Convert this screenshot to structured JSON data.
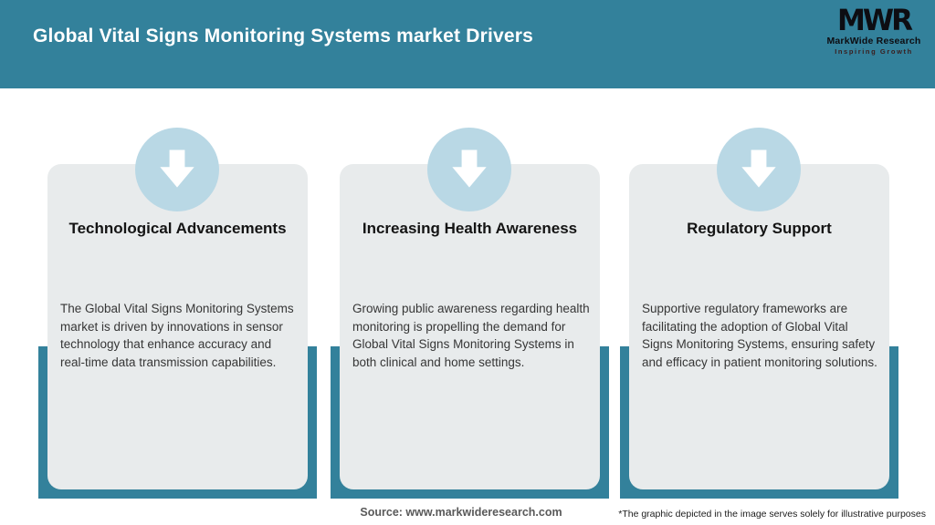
{
  "header": {
    "title": "Global Vital Signs Monitoring Systems market Drivers",
    "logo": {
      "mark": "MWR",
      "name": "MarkWide Research",
      "tagline": "Inspiring Growth"
    }
  },
  "cards": [
    {
      "icon": "down-arrow-icon",
      "title": "Technological Advancements",
      "body": "The Global Vital Signs Monitoring Systems market is driven by innovations in sensor technology that enhance accuracy and real-time data transmission capabilities."
    },
    {
      "icon": "down-arrow-icon",
      "title": "Increasing Health Awareness",
      "body": "Growing public awareness regarding health monitoring is propelling the demand for Global Vital Signs Monitoring Systems in both clinical and home settings."
    },
    {
      "icon": "down-arrow-icon",
      "title": "Regulatory Support",
      "body": "Supportive regulatory frameworks are facilitating the adoption of Global Vital Signs Monitoring Systems, ensuring safety and efficacy in patient monitoring solutions."
    }
  ],
  "footer": {
    "source": "Source: www.markwideresearch.com",
    "disclaimer": "*The graphic depicted in the image serves solely for illustrative purposes"
  },
  "colors": {
    "header_bg": "#33819B",
    "band": "#33819B",
    "card_bg": "#E8EBEC",
    "circle": "#B9D8E5",
    "arrow": "#FFFFFF",
    "title_text": "#141414",
    "body_text": "#363636",
    "source_text": "#595959",
    "disclaimer_text": "#1C1C1C",
    "logo_text": "#0D0D12",
    "tagline_text": "#3A1D1D"
  }
}
